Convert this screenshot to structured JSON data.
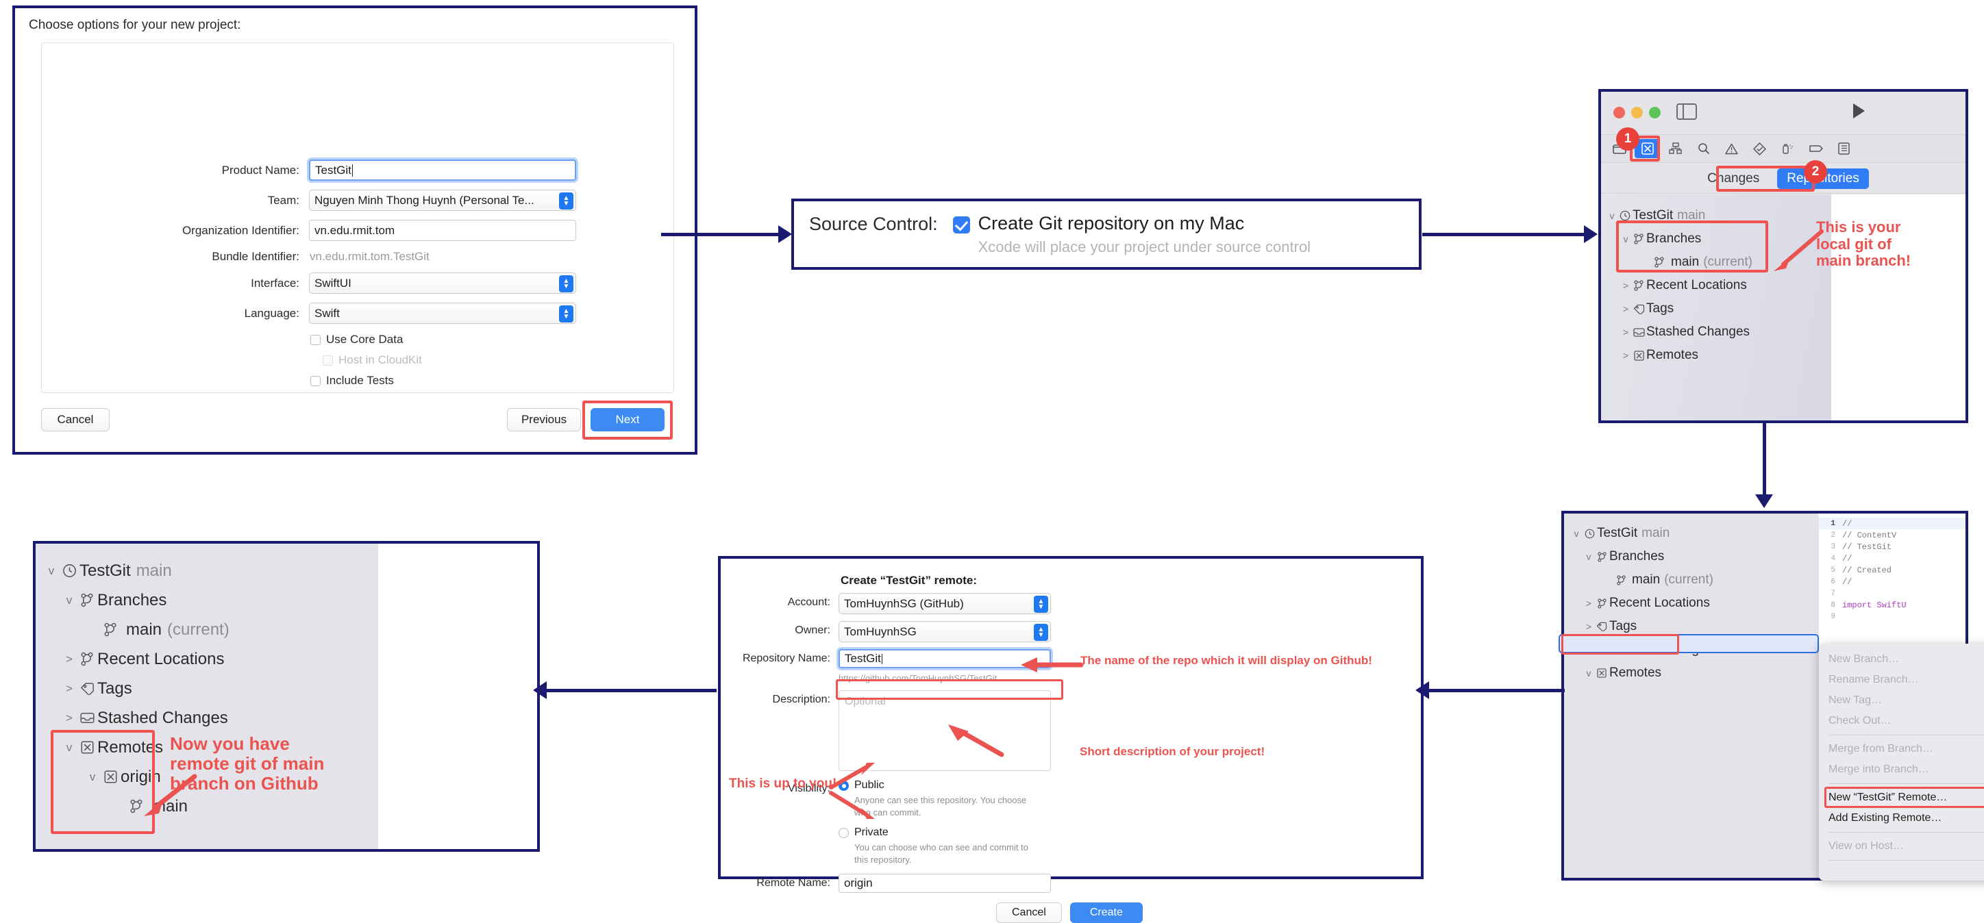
{
  "panel_new_project": {
    "title": "Choose options for your new project:",
    "fields": [
      {
        "label": "Product Name:",
        "value": "TestGit",
        "type": "text-focused"
      },
      {
        "label": "Team:",
        "value": "Nguyen Minh Thong Huynh (Personal Te...",
        "type": "popup"
      },
      {
        "label": "Organization Identifier:",
        "value": "vn.edu.rmit.tom",
        "type": "text"
      },
      {
        "label": "Bundle Identifier:",
        "value": "vn.edu.rmit.tom.TestGit",
        "type": "static"
      },
      {
        "label": "Interface:",
        "value": "SwiftUI",
        "type": "popup"
      },
      {
        "label": "Language:",
        "value": "Swift",
        "type": "popup"
      }
    ],
    "checkboxes": [
      {
        "label": "Use Core Data",
        "checked": false,
        "disabled": false
      },
      {
        "label": "Host in CloudKit",
        "checked": false,
        "disabled": true
      },
      {
        "label": "Include Tests",
        "checked": false,
        "disabled": false
      }
    ],
    "buttons": {
      "cancel": "Cancel",
      "previous": "Previous",
      "next": "Next"
    }
  },
  "panel_source_control": {
    "label": "Source Control:",
    "checkbox_label": "Create Git repository on my Mac",
    "checked": true,
    "subtext": "Xcode will place your project under source control"
  },
  "panel_xcode_top": {
    "toolbar_icons": [
      "folder-icon",
      "source-control-icon",
      "hierarchy-icon",
      "search-icon",
      "warning-icon",
      "test-diamond-icon",
      "debug-icon",
      "tag-icon",
      "report-icon"
    ],
    "selected_toolbar_icon": "source-control-icon",
    "tabs": [
      {
        "label": "Changes",
        "active": false
      },
      {
        "label": "Repositories",
        "active": true
      }
    ],
    "badges": [
      "1",
      "2"
    ],
    "tree": [
      {
        "label": "TestGit",
        "suffix": "main",
        "icon": "clock-icon",
        "twisty": "v",
        "indent": 0
      },
      {
        "label": "Branches",
        "suffix": "",
        "icon": "branch-icon",
        "twisty": "v",
        "indent": 1
      },
      {
        "label": "main",
        "suffix": "(current)",
        "icon": "branch-icon",
        "twisty": "",
        "indent": 2
      },
      {
        "label": "Recent Locations",
        "suffix": "",
        "icon": "branch-icon",
        "twisty": ">",
        "indent": 1
      },
      {
        "label": "Tags",
        "suffix": "",
        "icon": "tag-icon",
        "twisty": ">",
        "indent": 1
      },
      {
        "label": "Stashed Changes",
        "suffix": "",
        "icon": "stash-icon",
        "twisty": ">",
        "indent": 1
      },
      {
        "label": "Remotes",
        "suffix": "",
        "icon": "remote-icon",
        "twisty": ">",
        "indent": 1
      }
    ],
    "annotation": "This is your\nlocal git of\nmain branch!"
  },
  "panel_create_remote": {
    "title": "Create “TestGit” remote:",
    "rows": [
      {
        "label": "Account:",
        "value": "TomHuynhSG (GitHub)",
        "type": "popup"
      },
      {
        "label": "Owner:",
        "value": "TomHuynhSG",
        "type": "popup"
      },
      {
        "label": "Repository Name:",
        "value": "TestGit",
        "type": "text-focused"
      }
    ],
    "url_hint": "https://github.com/TomHuynhSG/TestGit",
    "description_label": "Description:",
    "description_placeholder": "Optional",
    "visibility_label": "Visibility:",
    "visibility_options": [
      {
        "label": "Public",
        "selected": true,
        "help": "Anyone can see this repository. You choose who can commit."
      },
      {
        "label": "Private",
        "selected": false,
        "help": "You can choose who can see and commit to this repository."
      }
    ],
    "remote_name_label": "Remote Name:",
    "remote_name_value": "origin",
    "buttons": {
      "cancel": "Cancel",
      "create": "Create"
    },
    "annotations": {
      "repo_name": "The name of the repo which it will display on Github!",
      "description": "Short description of your project!",
      "visibility": "This is up to you!"
    }
  },
  "panel_xcode_menu": {
    "tree": [
      {
        "label": "TestGit",
        "suffix": "main",
        "icon": "clock-icon",
        "twisty": "v",
        "indent": 0
      },
      {
        "label": "Branches",
        "suffix": "",
        "icon": "branch-icon",
        "twisty": "v",
        "indent": 1
      },
      {
        "label": "main",
        "suffix": "(current)",
        "icon": "branch-icon",
        "twisty": "",
        "indent": 2
      },
      {
        "label": "Recent Locations",
        "suffix": "",
        "icon": "branch-icon",
        "twisty": ">",
        "indent": 1
      },
      {
        "label": "Tags",
        "suffix": "",
        "icon": "tag-icon",
        "twisty": ">",
        "indent": 1
      },
      {
        "label": "Stashed Changes",
        "suffix": "",
        "icon": "stash-icon",
        "twisty": ">",
        "indent": 1
      },
      {
        "label": "Remotes",
        "suffix": "",
        "icon": "remote-icon",
        "twisty": "v",
        "indent": 1
      }
    ],
    "code_lines": [
      {
        "n": "1",
        "text": "//"
      },
      {
        "n": "2",
        "text": "//  ContentV"
      },
      {
        "n": "3",
        "text": "//  TestGit"
      },
      {
        "n": "4",
        "text": "//"
      },
      {
        "n": "5",
        "text": "//  Created"
      },
      {
        "n": "6",
        "text": "//"
      },
      {
        "n": "7",
        "text": ""
      },
      {
        "n": "8",
        "text": "import SwiftU"
      },
      {
        "n": "9",
        "text": ""
      }
    ],
    "menu_items": [
      {
        "label": "New Branch…",
        "enabled": false
      },
      {
        "label": "Rename Branch…",
        "enabled": false
      },
      {
        "label": "New Tag…",
        "enabled": false
      },
      {
        "label": "Check Out…",
        "enabled": false
      },
      {
        "separator": true
      },
      {
        "label": "Merge from Branch…",
        "enabled": false
      },
      {
        "label": "Merge into Branch…",
        "enabled": false
      },
      {
        "separator": true
      },
      {
        "label": "New “TestGit” Remote…",
        "enabled": true,
        "highlighted": true
      },
      {
        "label": "Add Existing Remote…",
        "enabled": true
      },
      {
        "separator": true
      },
      {
        "label": "View on Host…",
        "enabled": false
      }
    ]
  },
  "panel_result": {
    "tree": [
      {
        "label": "TestGit",
        "suffix": "main",
        "icon": "clock-icon",
        "twisty": "v",
        "indent": 0
      },
      {
        "label": "Branches",
        "suffix": "",
        "icon": "branch-icon",
        "twisty": "v",
        "indent": 1
      },
      {
        "label": "main",
        "suffix": "(current)",
        "icon": "branch-icon",
        "twisty": "",
        "indent": 2
      },
      {
        "label": "Recent Locations",
        "suffix": "",
        "icon": "branch-icon",
        "twisty": ">",
        "indent": 1
      },
      {
        "label": "Tags",
        "suffix": "",
        "icon": "tag-icon",
        "twisty": ">",
        "indent": 1
      },
      {
        "label": "Stashed Changes",
        "suffix": "",
        "icon": "stash-icon",
        "twisty": ">",
        "indent": 1
      },
      {
        "label": "Remotes",
        "suffix": "",
        "icon": "remote-icon",
        "twisty": "v",
        "indent": 1
      },
      {
        "label": "origin",
        "suffix": "",
        "icon": "remote-icon",
        "twisty": "v",
        "indent": 2
      },
      {
        "label": "main",
        "suffix": "",
        "icon": "branch-icon",
        "twisty": "",
        "indent": 3
      }
    ],
    "annotation": "Now you have\nremote git of main\nbranch on Github"
  },
  "colors": {
    "flow_arrow": "#1a1a6e",
    "annotation_red": "#eb5350",
    "highlight_box_red": "#f0534f",
    "accent_blue": "#2f7cf6",
    "badge_red": "#e8413c"
  }
}
